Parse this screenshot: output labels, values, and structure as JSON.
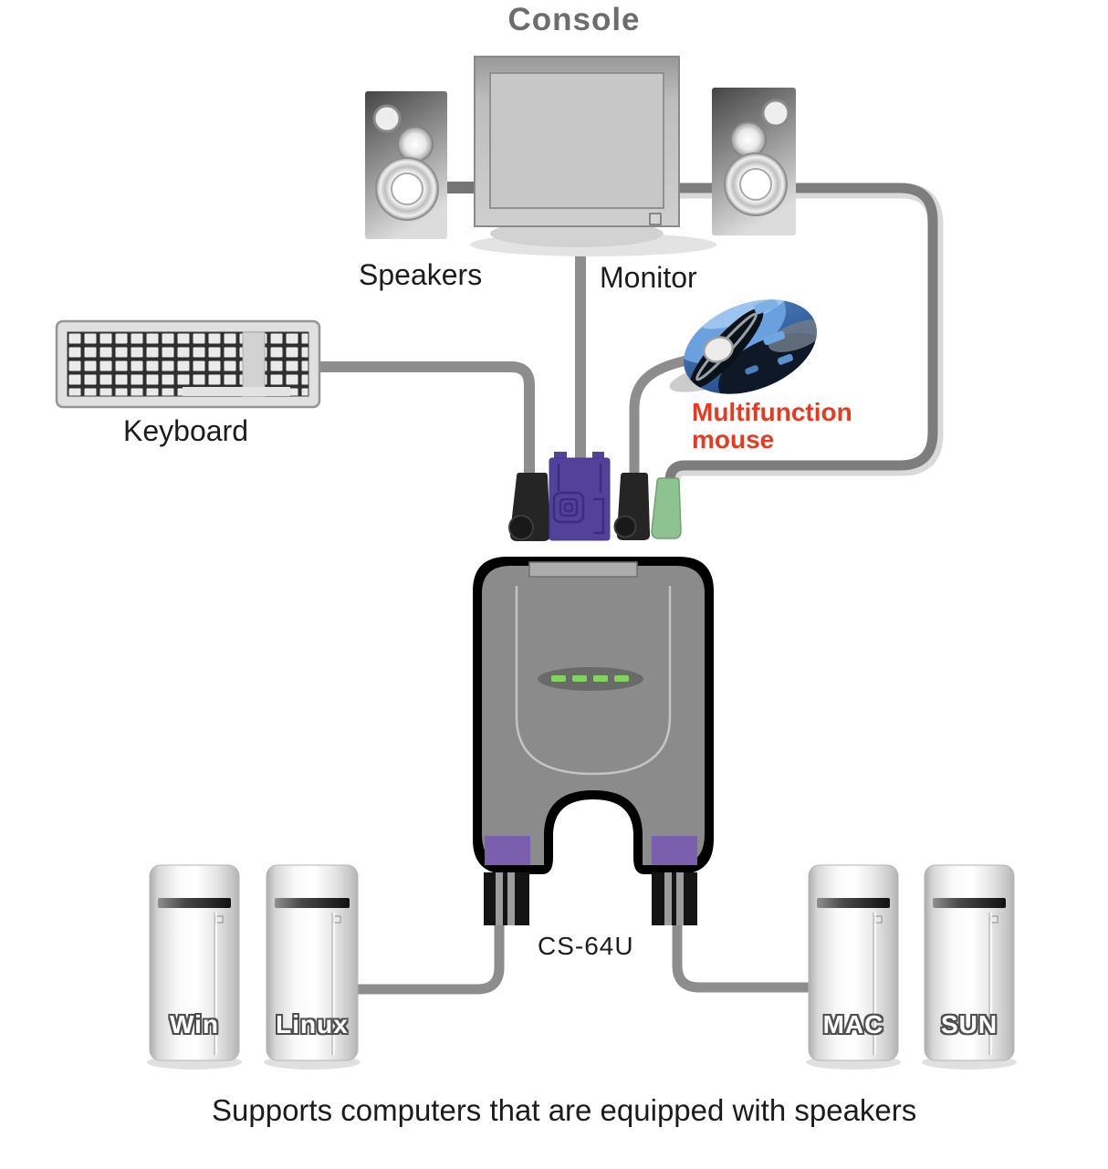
{
  "diagram": {
    "title": "Console",
    "labels": {
      "speakers": "Speakers",
      "monitor": "Monitor",
      "keyboard": "Keyboard",
      "mouse_line1": "Multifunction",
      "mouse_line2": "mouse",
      "kvm_model": "CS-64U"
    },
    "computers": [
      {
        "label": "Win"
      },
      {
        "label": "Linux"
      },
      {
        "label": "MAC"
      },
      {
        "label": "SUN"
      }
    ],
    "caption": "Supports computers that are equipped with speakers",
    "kvm": {
      "led_count": 4
    },
    "colors": {
      "title_gray": "#6d6d6d",
      "label_black": "#1c1c1c",
      "mouse_label_red": "#e63b22",
      "cable_gray": "#8d8d8d",
      "speaker_link_gray": "#757575",
      "kvm_body_gray": "#8b8b8b",
      "vga_purple": "#52429a",
      "kvm_foot_purple": "#7a5fae",
      "audio_green": "#8fc291",
      "led_green": "#82d45f"
    }
  }
}
